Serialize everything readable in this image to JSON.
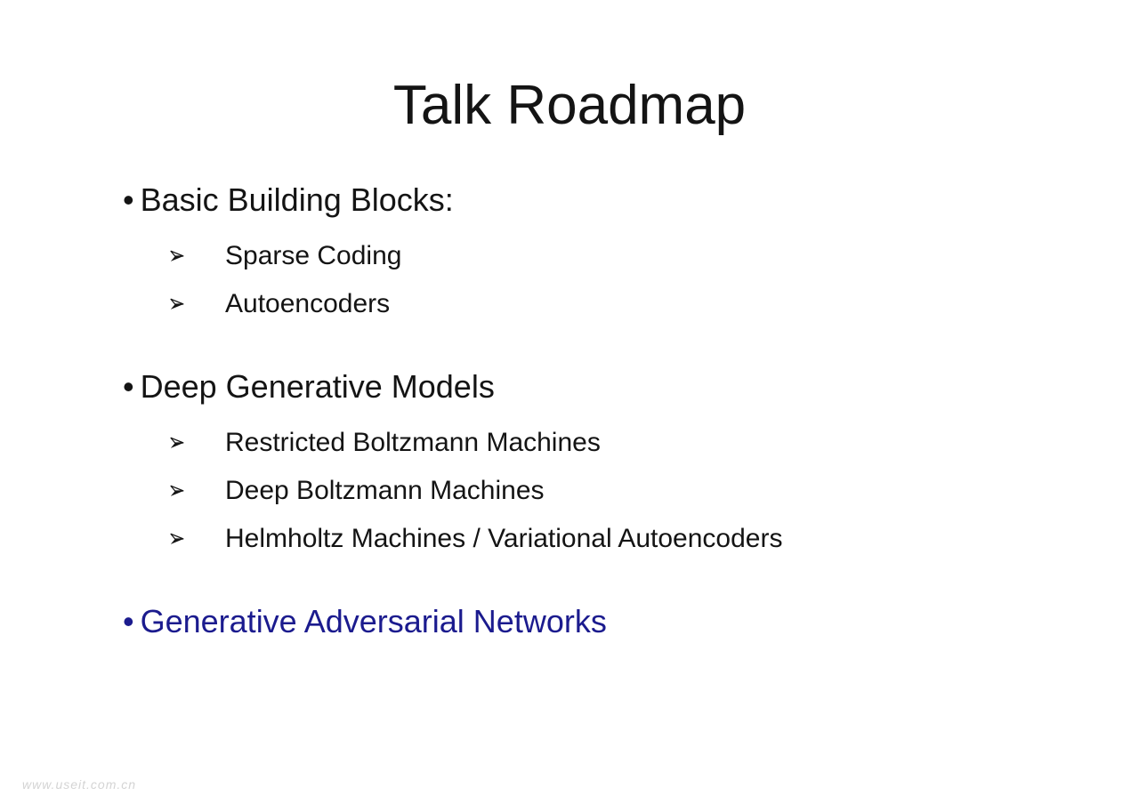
{
  "slide": {
    "title": "Talk Roadmap",
    "background": "#ffffff",
    "text_color": "#141414",
    "accent_color": "#1b1b8e",
    "bullet_glyph": "•",
    "sub_bullet_icon": "arrowhead-right-icon",
    "sections": [
      {
        "label": "Basic Building Blocks:",
        "accent": false,
        "items": [
          "Sparse Coding",
          "Autoencoders"
        ]
      },
      {
        "label": "Deep Generative Models",
        "accent": false,
        "items": [
          "Restricted Boltzmann Machines",
          "Deep Boltzmann Machines",
          "Helmholtz Machines / Variational Autoencoders"
        ]
      },
      {
        "label": "Generative Adversarial Networks",
        "accent": true,
        "items": []
      }
    ]
  },
  "watermark": {
    "text": "www.useit.com.cn",
    "color": "#d4d4d4"
  }
}
